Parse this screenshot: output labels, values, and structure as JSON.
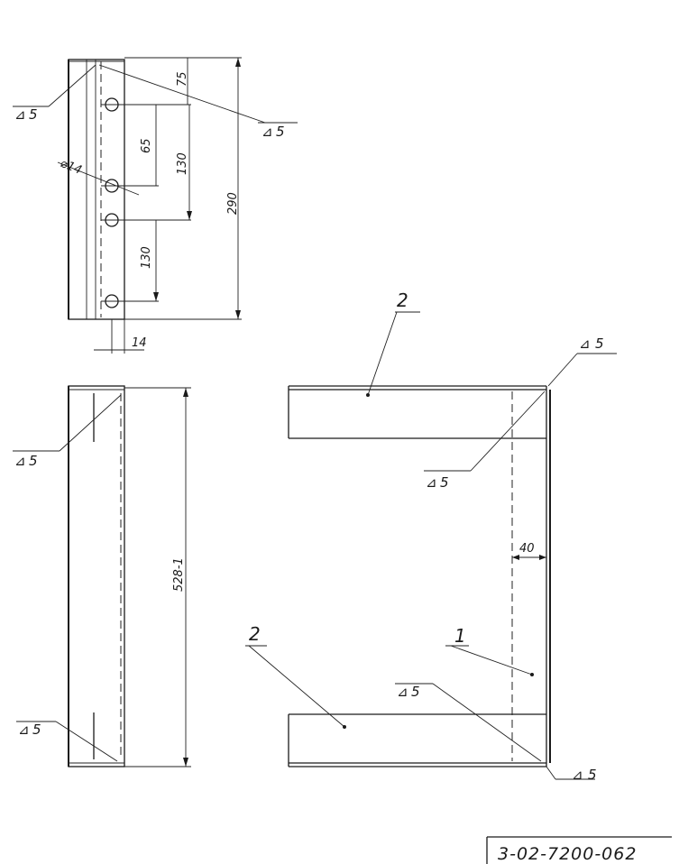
{
  "drawing_code": "3-02-7200-062",
  "top_view": {
    "dims": {
      "d75": "75",
      "d65": "65",
      "d130a": "130",
      "d290": "290",
      "d130b": "130",
      "d14": "14",
      "hole": "⌀14"
    },
    "welds": {
      "left": "5",
      "right": "5"
    }
  },
  "side_view": {
    "dims": {
      "length": "528-1"
    },
    "welds": {
      "top": "5",
      "bottom": "5"
    }
  },
  "plan_view": {
    "parts": {
      "top": "2",
      "bottom": "2",
      "frame": "1"
    },
    "dims": {
      "d40": "40"
    },
    "welds": {
      "top_right": "5",
      "top_inner": "5",
      "bottom_inner": "5",
      "bottom_right": "5"
    }
  }
}
